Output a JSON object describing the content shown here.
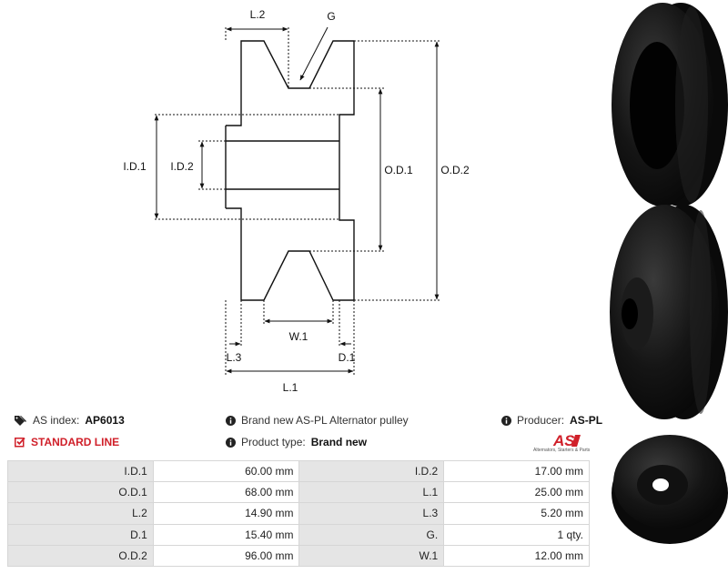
{
  "diagram": {
    "labels": {
      "L2": "L.2",
      "G": "G",
      "ID1": "I.D.1",
      "ID2": "I.D.2",
      "OD1": "O.D.1",
      "OD2": "O.D.2",
      "W1": "W.1",
      "L3": "L.3",
      "D1": "D.1",
      "L1": "L.1"
    }
  },
  "info": {
    "as_index_label": "AS index:",
    "as_index_value": "AP6013",
    "standard_line": "STANDARD LINE",
    "description": "Brand new AS-PL Alternator pulley",
    "product_type_label": "Product type:",
    "product_type_value": "Brand new",
    "producer_label": "Producer:",
    "producer_value": "AS-PL"
  },
  "logo": {
    "text": "AS",
    "tagline": "Alternators, Starters & Parts",
    "color": "#d0202a"
  },
  "specs": [
    [
      "I.D.1",
      "60.00 mm",
      "I.D.2",
      "17.00 mm"
    ],
    [
      "O.D.1",
      "68.00 mm",
      "L.1",
      "25.00 mm"
    ],
    [
      "L.2",
      "14.90 mm",
      "L.3",
      "5.20 mm"
    ],
    [
      "D.1",
      "15.40 mm",
      "G.",
      "1 qty."
    ],
    [
      "O.D.2",
      "96.00 mm",
      "W.1",
      "12.00 mm"
    ]
  ],
  "icons": {
    "tag": "tag-icon",
    "check": "check-square-icon",
    "info": "info-circle-icon"
  }
}
